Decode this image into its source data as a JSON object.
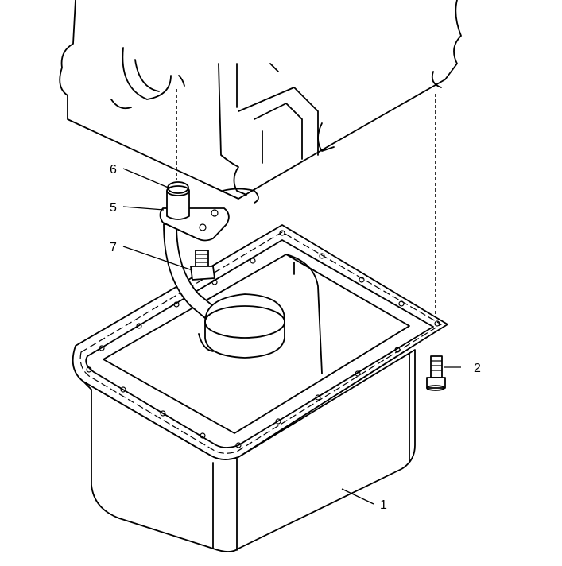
{
  "diagram": {
    "callouts": [
      {
        "id": "oil-pan",
        "label": "1"
      },
      {
        "id": "pan-bolt",
        "label": "2"
      },
      {
        "id": "pickup-tube-flange",
        "label": "5"
      },
      {
        "id": "o-ring-seal",
        "label": "6"
      },
      {
        "id": "pickup-nut",
        "label": "7"
      }
    ]
  }
}
